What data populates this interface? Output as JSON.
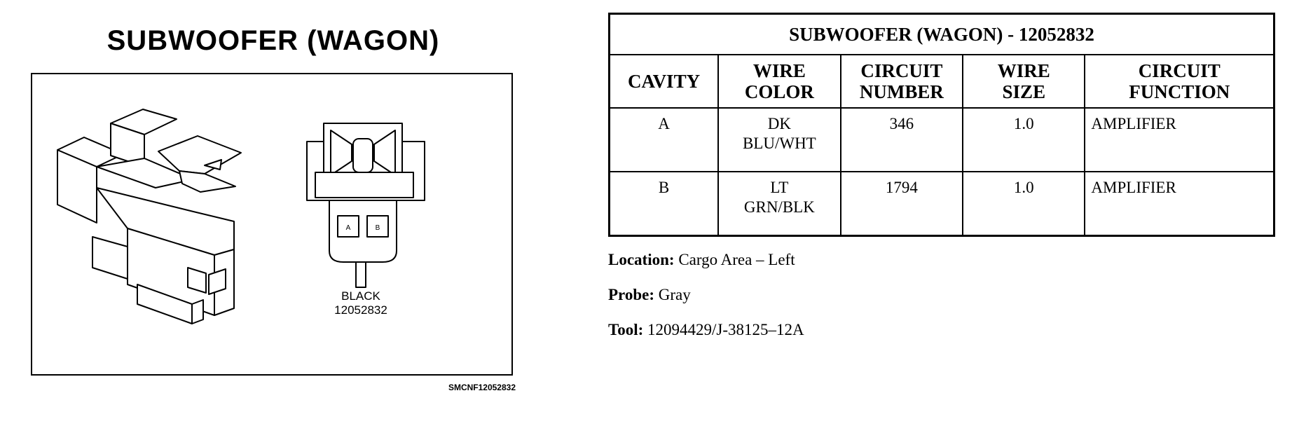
{
  "diagram": {
    "title": "SUBWOOFER (WAGON)",
    "connector_color": "BLACK",
    "part_number": "12052832",
    "pins": [
      "A",
      "B"
    ],
    "figure_code": "SMCNF12052832"
  },
  "table": {
    "title": "SUBWOOFER (WAGON) - 12052832",
    "headers": {
      "cavity": "CAVITY",
      "wire_color_1": "WIRE",
      "wire_color_2": "COLOR",
      "circuit_number_1": "CIRCUIT",
      "circuit_number_2": "NUMBER",
      "wire_size_1": "WIRE",
      "wire_size_2": "SIZE",
      "circuit_function_1": "CIRCUIT",
      "circuit_function_2": "FUNCTION"
    },
    "rows": [
      {
        "cavity": "A",
        "wire_color_1": "DK",
        "wire_color_2": "BLU/WHT",
        "circuit_number": "346",
        "wire_size": "1.0",
        "circuit_function": "AMPLIFIER"
      },
      {
        "cavity": "B",
        "wire_color_1": "LT",
        "wire_color_2": "GRN/BLK",
        "circuit_number": "1794",
        "wire_size": "1.0",
        "circuit_function": "AMPLIFIER"
      }
    ]
  },
  "notes": {
    "location_label": "Location:",
    "location_value": "Cargo Area – Left",
    "probe_label": "Probe:",
    "probe_value": "Gray",
    "tool_label": "Tool:",
    "tool_value": "12094429/J-38125–12A"
  }
}
